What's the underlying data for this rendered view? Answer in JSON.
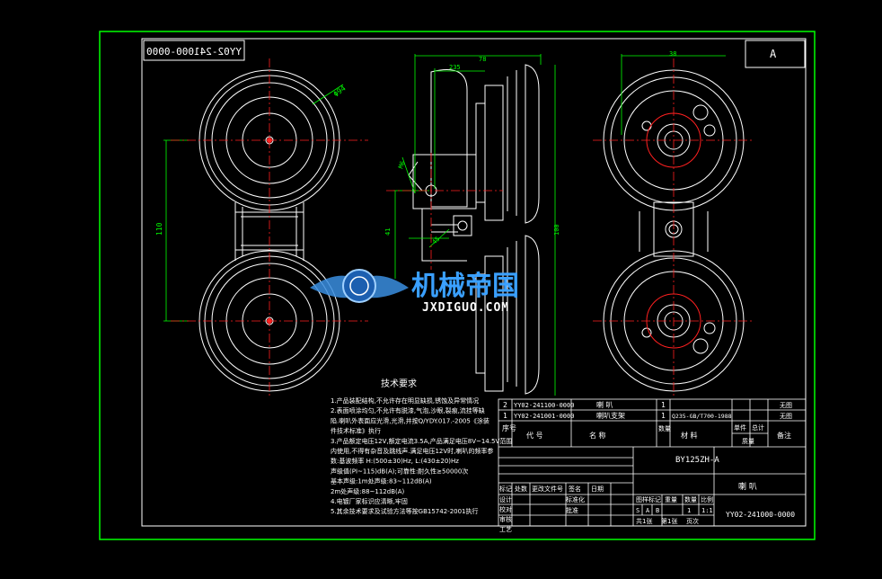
{
  "drawing": {
    "mirrored_code": "YY02-241000-0000",
    "sheet_letter": "A"
  },
  "dimensions": {
    "d_top_left": "235",
    "d_top_total": "78",
    "d_right": "38",
    "d_vertical_left": "110",
    "d_phi": "Φ94",
    "d_angle": "45",
    "d_small1": "41",
    "d_small2": "M6",
    "d_small3": "100"
  },
  "watermark": {
    "cn": "机械帝国",
    "url": "JXDIGUO.COM"
  },
  "tech_requirements": {
    "title": "技术要求",
    "lines": [
      "1.产品装配结构,不允许存在明显缺损,锈蚀及异常情况",
      "2.表面喷涂均匀,不允许有脱漆,气泡,沙眼,裂痕,流挂等缺",
      "  陷.喇叭外表面应光滑,光滑,并按Q/YDY.017.-2005《涂装",
      "  件技术标准》执行",
      "3.产品额定电压12V,额定电流3.5A,产品满足电压8V~14.5V范围",
      "  内使用,不得有杂音及跳线声.满足电压12V时,喇叭的频率参",
      "  数:基波频率 H:(500±30)Hz,  L:(430±20)Hz",
      "  声级值(PI~115)dB(A);可靠性:耐久性≥50000次",
      "  基本声级:1m处声级:83~112dB(A)",
      "            2m处声级:88~112dB(A)",
      "4.电镀厂家标识应清晰,牢固",
      "5.其余技术要求及试验方法等按GB15742-2001执行"
    ]
  },
  "bom": {
    "rows": [
      {
        "seq": "2",
        "code": "YY02-241100-0000",
        "name": "喇  叭",
        "qty": "1",
        "material": "",
        "note": "无图"
      },
      {
        "seq": "1",
        "code": "YY02-241001-0000",
        "name": "喇叭支架",
        "qty": "1",
        "material": "Q235-GB/T700-1988",
        "note": "无图"
      }
    ],
    "header": {
      "seq": "序号",
      "code": "代      号",
      "name": "名       称",
      "qty": "数量",
      "material": "材      料",
      "unit_mass": "单件",
      "total_mass": "总计",
      "mass": "质量",
      "note": "备注"
    }
  },
  "title_block": {
    "model": "BY125ZH-A",
    "part_name": "喇      叭",
    "part_code": "YY02-241000-0000",
    "change_labels": [
      "标记",
      "处数",
      "更改文件号",
      "签名",
      "日期"
    ],
    "role_labels": [
      "设计",
      "校对",
      "审核",
      "工艺"
    ],
    "std_label": "标准化",
    "approve_label": "批准",
    "stage_label": "图样标记",
    "weight_label": "重量",
    "qty_label": "数量",
    "scale_label": "比例",
    "stage_marks": [
      "S",
      "A",
      "B"
    ],
    "qty_value": "1",
    "scale_value": "1:1",
    "sheet_info": [
      "共1张",
      "第1张",
      "页次"
    ]
  }
}
